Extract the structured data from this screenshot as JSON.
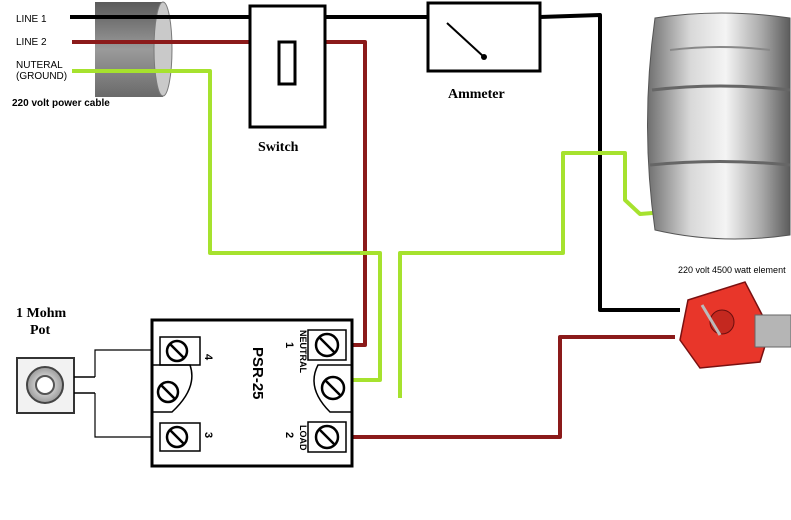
{
  "cable": {
    "line1": "LINE 1",
    "line2": "LINE 2",
    "neutral_l1": "NUTERAL",
    "neutral_l2": "(GROUND)",
    "caption": "220 volt power cable"
  },
  "switch": {
    "label": "Switch"
  },
  "ammeter": {
    "label": "Ammeter"
  },
  "pot": {
    "label_l1": "1 Mohm",
    "label_l2": "Pot"
  },
  "ssr": {
    "model": "PSR-25",
    "t4": "4",
    "t3": "3",
    "t1": "1",
    "t2": "2",
    "neutral": "NEUTRAL",
    "load": "LOAD"
  },
  "element": {
    "label": "220 volt 4500 watt element"
  },
  "colors": {
    "line1": "#000000",
    "line2": "#8b1a1a",
    "neutral": "#a6e22e",
    "neutral_hi": "#7bd23a"
  }
}
